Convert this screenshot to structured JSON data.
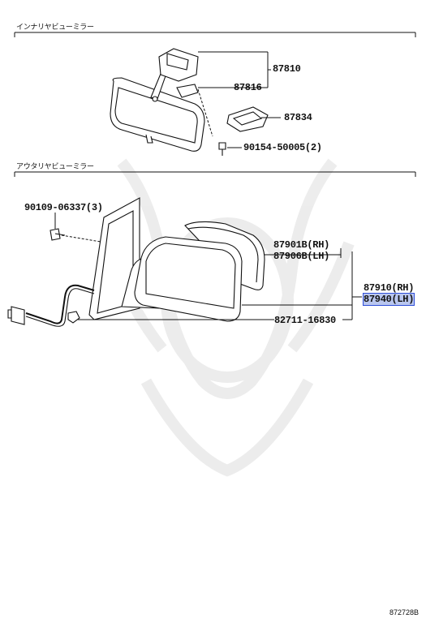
{
  "sections": {
    "inner": {
      "title": "インナリヤビューミラー"
    },
    "outer": {
      "title": "アウタリヤビューミラー"
    }
  },
  "parts": {
    "p87810": "87810",
    "p87816": "87816",
    "p87834": "87834",
    "p90154": "90154-50005(2)",
    "p90109": "90109-06337(3)",
    "p87901": "87901B(RH)",
    "p87906": "87906B(LH)",
    "p87910": "87910(RH)",
    "p87940": "87940(LH)",
    "p82711": "82711-16830"
  },
  "figure_number": "872728B",
  "colors": {
    "line": "#111111",
    "highlight": "#b9c6ee",
    "highlight_border": "#2f4ed8",
    "watermark": "#e9e9e9"
  },
  "highlighted_part": "87940(LH)"
}
